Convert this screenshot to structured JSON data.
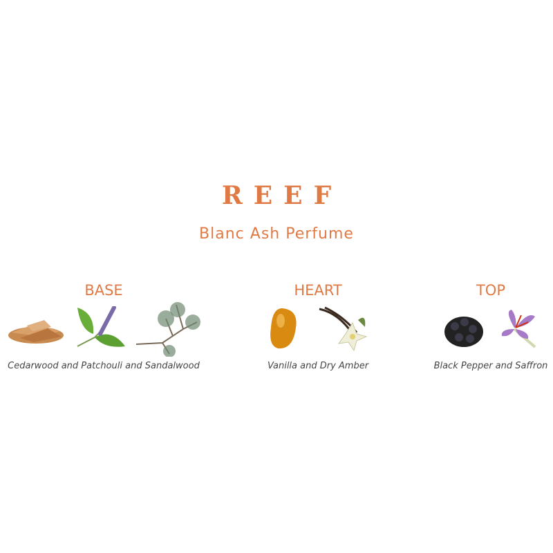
{
  "brand": "REEF",
  "product": "Blanc Ash Perfume",
  "colors": {
    "accent": "#e07a45"
  },
  "notes": [
    {
      "label": "BASE",
      "caption": "Cedarwood and Patchouli and Sandalwood",
      "icons": [
        "wood-chips-icon",
        "patchouli-icon",
        "pine-branch-icon"
      ]
    },
    {
      "label": "HEART",
      "caption": "Vanilla and Dry Amber",
      "icons": [
        "amber-icon",
        "vanilla-flower-icon"
      ]
    },
    {
      "label": "TOP",
      "caption": "Black Pepper and Saffron",
      "icons": [
        "black-pepper-icon",
        "saffron-flower-icon"
      ]
    }
  ]
}
